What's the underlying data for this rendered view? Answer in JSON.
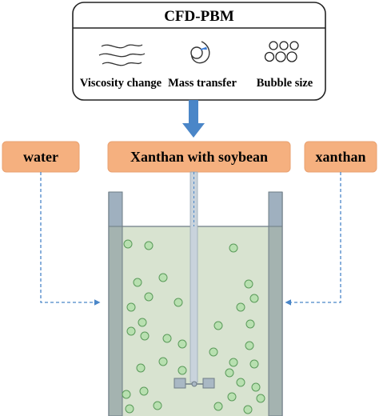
{
  "top_box": {
    "title": "CFD-PBM",
    "items": [
      {
        "icon": "wavy-lines-icon",
        "label": "Viscosity change"
      },
      {
        "icon": "mass-transfer-icon",
        "label": "Mass transfer"
      },
      {
        "icon": "bubbles-icon",
        "label": "Bubble size"
      }
    ]
  },
  "fluids": {
    "left": "water",
    "center": "Xanthan with soybean",
    "right": "xanthan"
  },
  "colors": {
    "label_fill": "#f5b07f",
    "label_stroke": "#e9a272",
    "arrow_blue": "#4a86c8",
    "dashed_blue": "#4a86c8",
    "liquid": "#d8e3d0",
    "baffle": "#9fb0bf",
    "tank_stroke": "#6e7c86",
    "bubble_fill": "#b8e0b0",
    "bubble_stroke": "#5a9a5a"
  }
}
